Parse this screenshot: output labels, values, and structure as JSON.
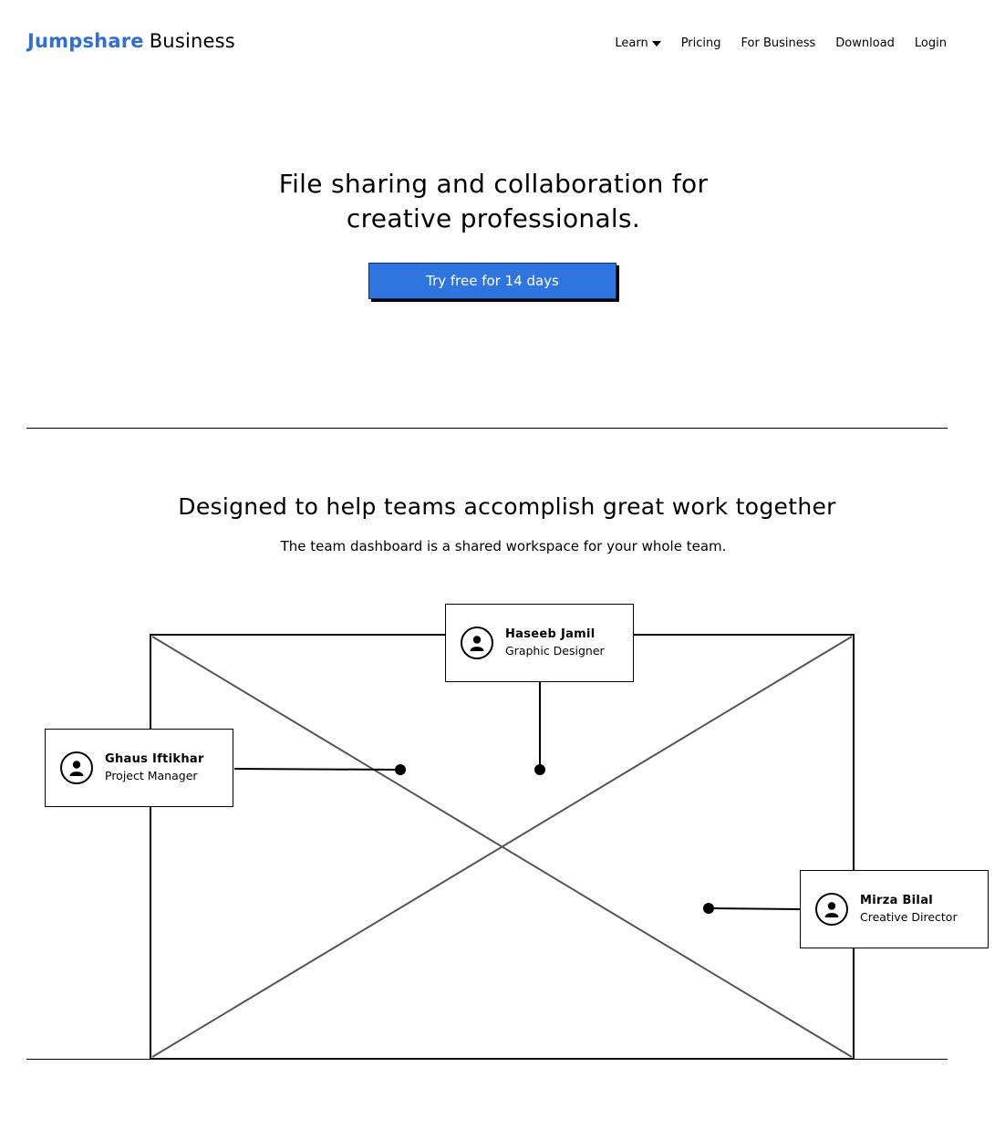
{
  "header": {
    "brand": "Jumpshare",
    "brand_suffix": "Business",
    "brand_color": "#2f6fd6",
    "nav": [
      {
        "label": "Learn",
        "has_dropdown": true
      },
      {
        "label": "Pricing"
      },
      {
        "label": "For Business"
      },
      {
        "label": "Download"
      },
      {
        "label": "Login"
      }
    ]
  },
  "hero": {
    "title_line1": "File sharing and collaboration for",
    "title_line2": "creative professionals.",
    "cta_label": "Try free for 14 days",
    "cta_color": "#2f75e0"
  },
  "team_section": {
    "title": "Designed to help teams accomplish great work together",
    "subtitle": "The team dashboard is a shared workspace for your whole team.",
    "members": [
      {
        "name": "Haseeb Jamil",
        "role": "Graphic Designer",
        "icon": "user-icon"
      },
      {
        "name": "Ghaus Iftikhar",
        "role": "Project Manager",
        "icon": "user-icon"
      },
      {
        "name": "Mirza Bilal",
        "role": "Creative Director",
        "icon": "user-icon"
      }
    ]
  }
}
